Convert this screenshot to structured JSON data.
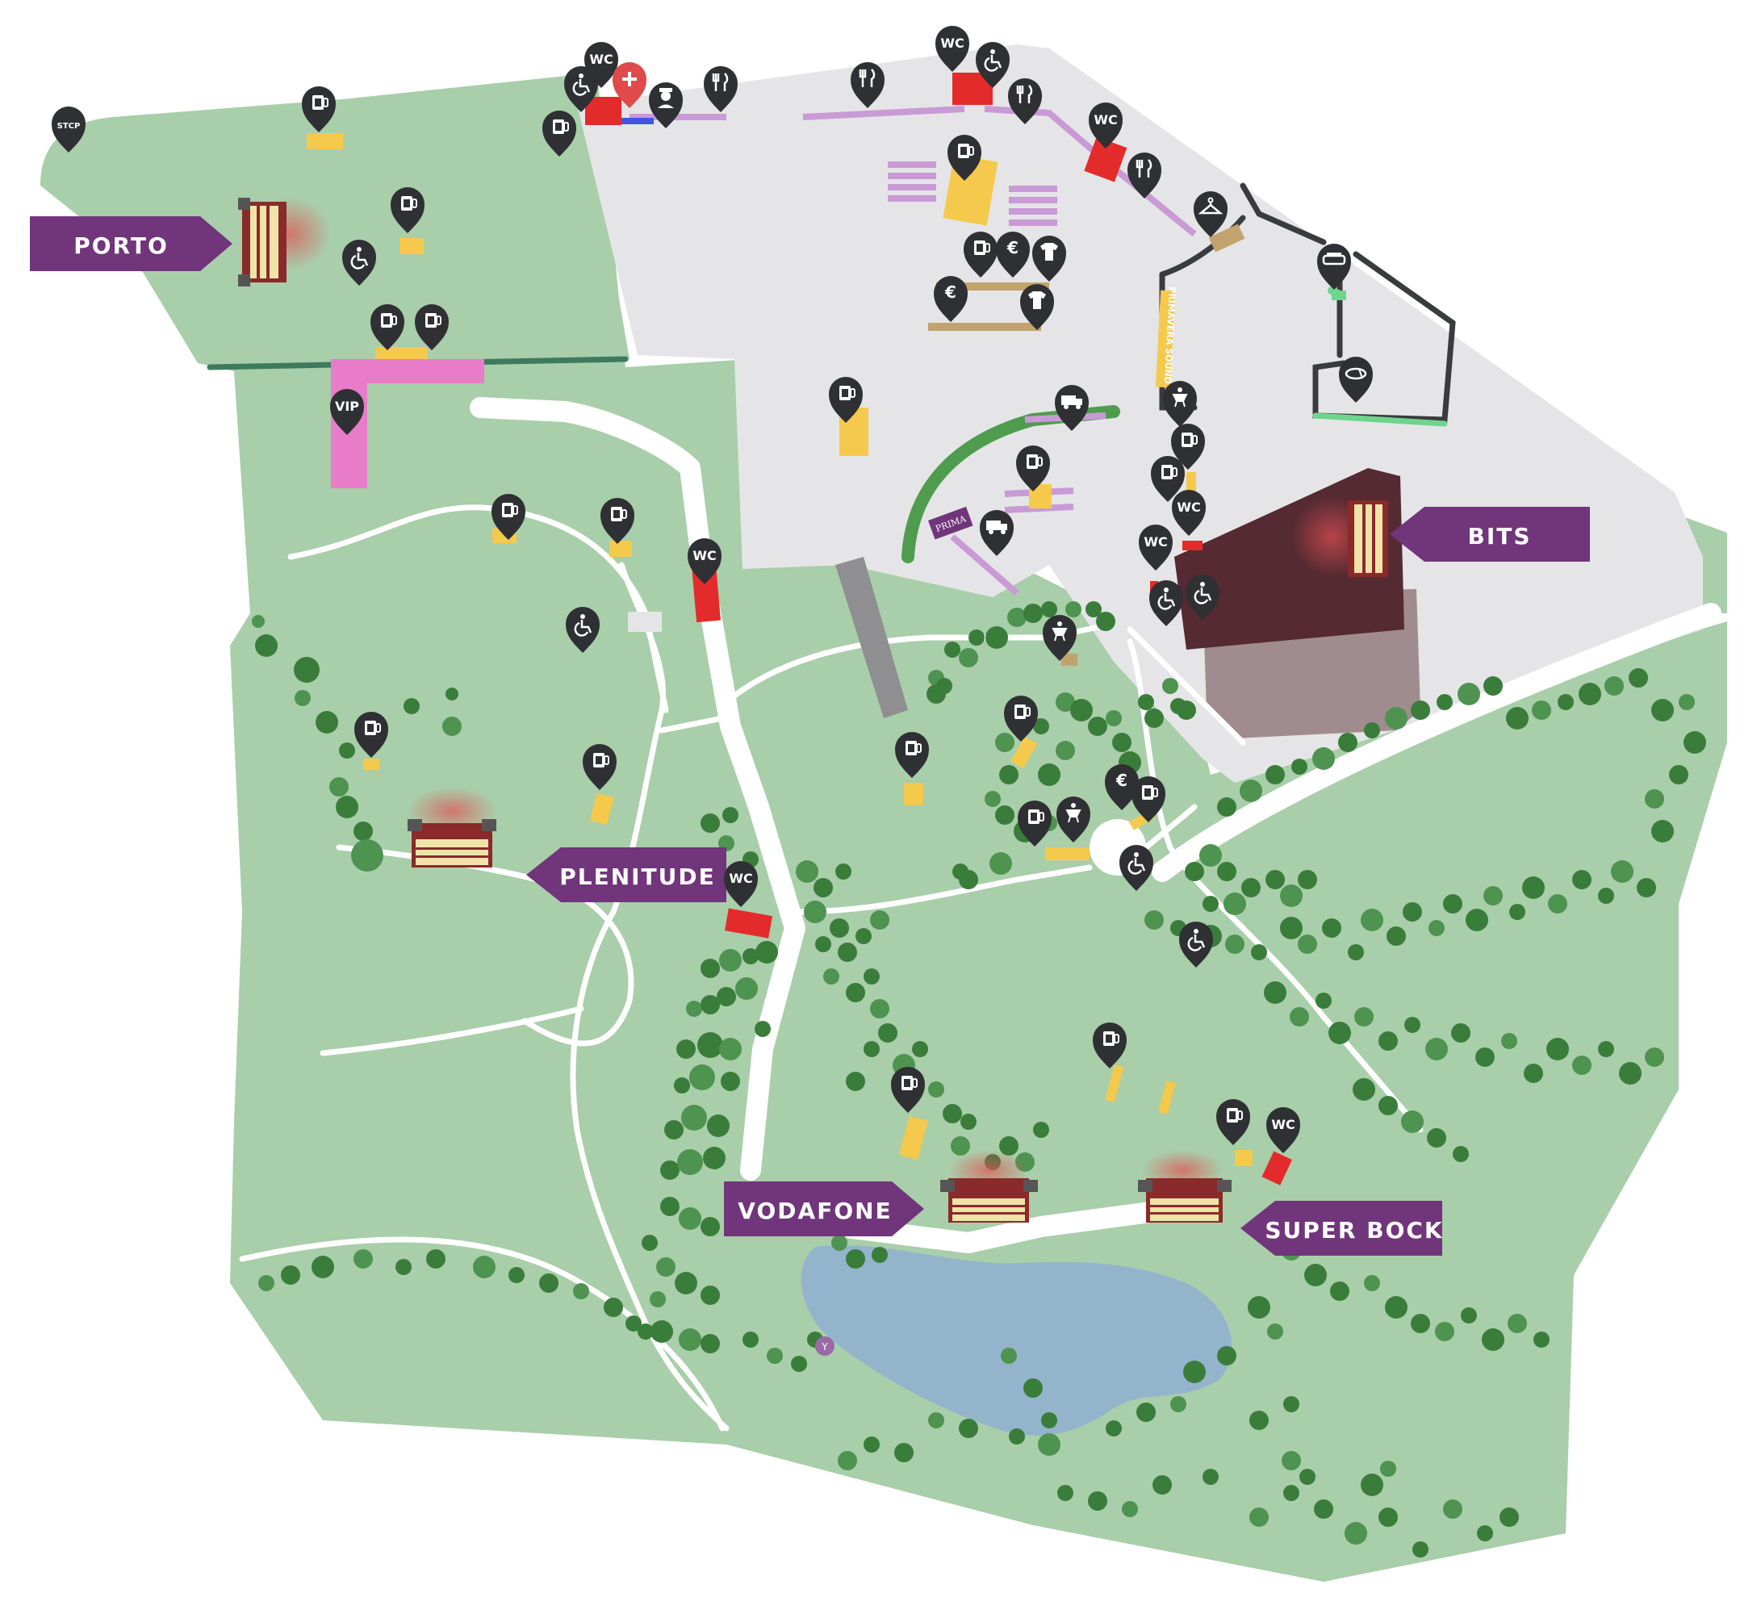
{
  "map": {
    "stages": [
      {
        "key": "porto",
        "label": "PORTO"
      },
      {
        "key": "bits",
        "label": "BITS"
      },
      {
        "key": "plenitude",
        "label": "PLENITUDE"
      },
      {
        "key": "vodafone",
        "label": "VODAFONE"
      },
      {
        "key": "superbock",
        "label": "SUPER BOCK"
      }
    ],
    "marker_texts": {
      "wc": "WC",
      "vip": "VIP",
      "stcp": "STCP",
      "euro": "€",
      "prima": "PRIMA",
      "primavera_sound": "PRIMAVERA SOUND",
      "y": "Y"
    },
    "marker_types": [
      "beer-icon",
      "wc-icon",
      "accessibility-icon",
      "food-icon",
      "merch-icon",
      "atm-icon",
      "first-aid-icon",
      "security-icon",
      "food-truck-icon",
      "cloakroom-icon",
      "locker-icon",
      "water-icon",
      "baby-change-icon",
      "bus-stop-icon",
      "vip-icon"
    ],
    "colors": {
      "grass": "#a9ceaa",
      "plaza": "#e5e5e7",
      "path": "#ffffff",
      "tree": "#3a7d3b",
      "tree_light": "#4e9350",
      "lake": "#94b4cc",
      "label_bg": "#70357a",
      "pin": "#2f3033",
      "wc_red": "#e32b2b",
      "bar_yellow": "#f5c94c",
      "vip_pink": "#e97cc9",
      "lilac": "#c99ad6",
      "bits_stage": "#552a33",
      "bits_floor": "#a08c8e"
    }
  }
}
